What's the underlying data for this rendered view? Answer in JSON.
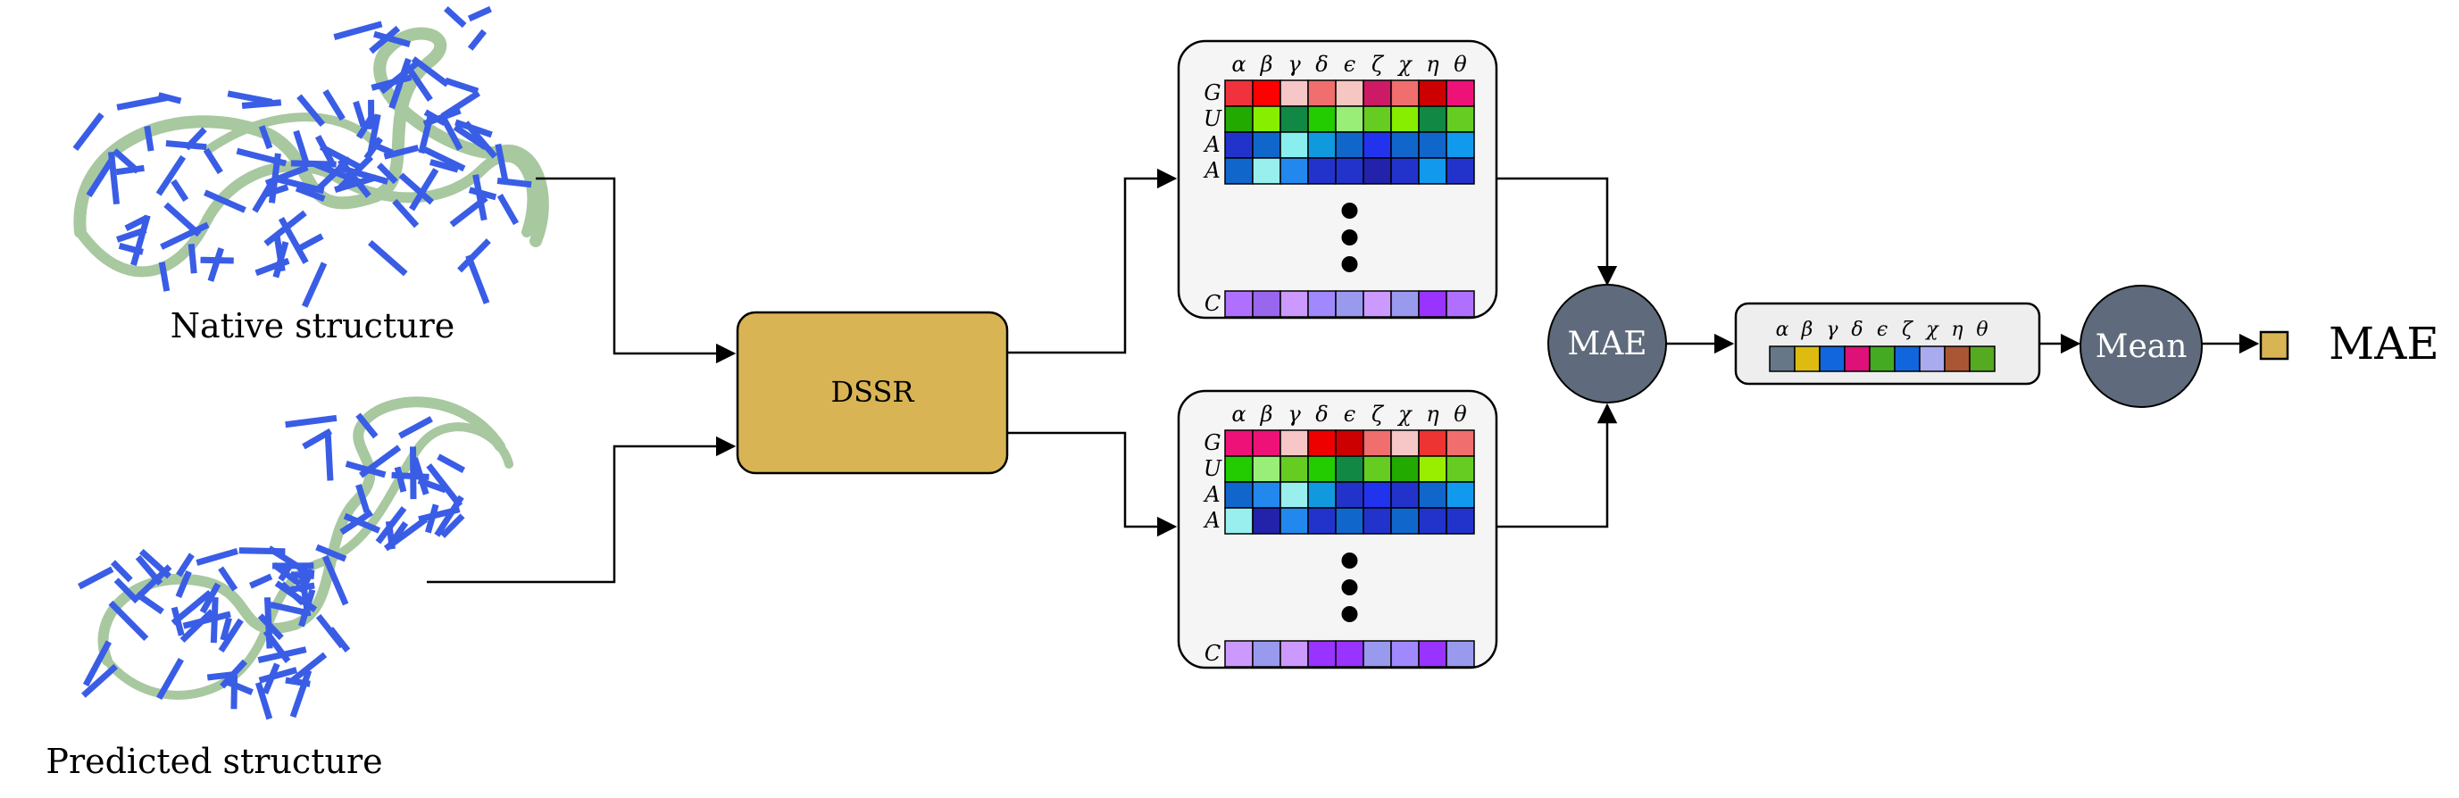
{
  "labels": {
    "native": "Native structure",
    "predicted": "Predicted structure",
    "dssr": "DSSR",
    "mae_node": "MAE",
    "mean_node": "Mean",
    "output": "MAE"
  },
  "angles": [
    "α",
    "β",
    "γ",
    "δ",
    "ϵ",
    "ζ",
    "χ",
    "η",
    "θ"
  ],
  "rows": [
    "G",
    "U",
    "A",
    "A"
  ],
  "last_row": "C",
  "matrix_top": [
    [
      "#f0323c",
      "#ff0000",
      "#f7c6c6",
      "#f06e6e",
      "#f6c6c2",
      "#cc1a66",
      "#f06e6e",
      "#cc0000",
      "#ee1177"
    ],
    [
      "#22aa00",
      "#88ee00",
      "#118844",
      "#22cc00",
      "#99ee77",
      "#66cc22",
      "#88ee00",
      "#118844",
      "#66cc22"
    ],
    [
      "#2233cc",
      "#1166cc",
      "#88eeee",
      "#1199dd",
      "#1166cc",
      "#2233ee",
      "#1166cc",
      "#1166cc",
      "#1199ee"
    ],
    [
      "#1166cc",
      "#99eeee",
      "#2288ee",
      "#2233cc",
      "#2233cc",
      "#2222aa",
      "#2233cc",
      "#1199ee",
      "#2233cc"
    ]
  ],
  "matrix_top_last": [
    "#b070ff",
    "#9966ee",
    "#cc99ff",
    "#a088ff",
    "#9999ee",
    "#cc99ff",
    "#9999ee",
    "#9933ff",
    "#b070ff"
  ],
  "matrix_bottom": [
    [
      "#ee1177",
      "#ee1177",
      "#f7c6c6",
      "#ee0000",
      "#cc0000",
      "#f06e6e",
      "#f7c6c6",
      "#ee3333",
      "#f06e6e"
    ],
    [
      "#22cc00",
      "#99ee77",
      "#66cc22",
      "#22cc00",
      "#118844",
      "#66cc22",
      "#22aa00",
      "#99ee00",
      "#66cc22"
    ],
    [
      "#1166cc",
      "#2288ee",
      "#99eeee",
      "#1199dd",
      "#2233cc",
      "#2233ee",
      "#2233cc",
      "#1166cc",
      "#1199ee"
    ],
    [
      "#99eeee",
      "#2222aa",
      "#2288ee",
      "#2233cc",
      "#1166cc",
      "#2233cc",
      "#1166cc",
      "#2233cc",
      "#2233cc"
    ]
  ],
  "matrix_bottom_last": [
    "#cc99ff",
    "#9999ee",
    "#cc99ff",
    "#9933ff",
    "#9933ff",
    "#9999ee",
    "#a088ff",
    "#9933ff",
    "#9999ee"
  ],
  "mae_vector": [
    "#667788",
    "#ddbb11",
    "#1166dd",
    "#dd1177",
    "#44aa22",
    "#1166dd",
    "#aaaaee",
    "#aa5533",
    "#55aa22"
  ],
  "colors": {
    "dssr_fill": "#d8b455",
    "node_fill": "#5f6b7c",
    "output_square": "#d8b455",
    "ribbon": "#a8c8a0",
    "bases": "#3a5de6"
  }
}
